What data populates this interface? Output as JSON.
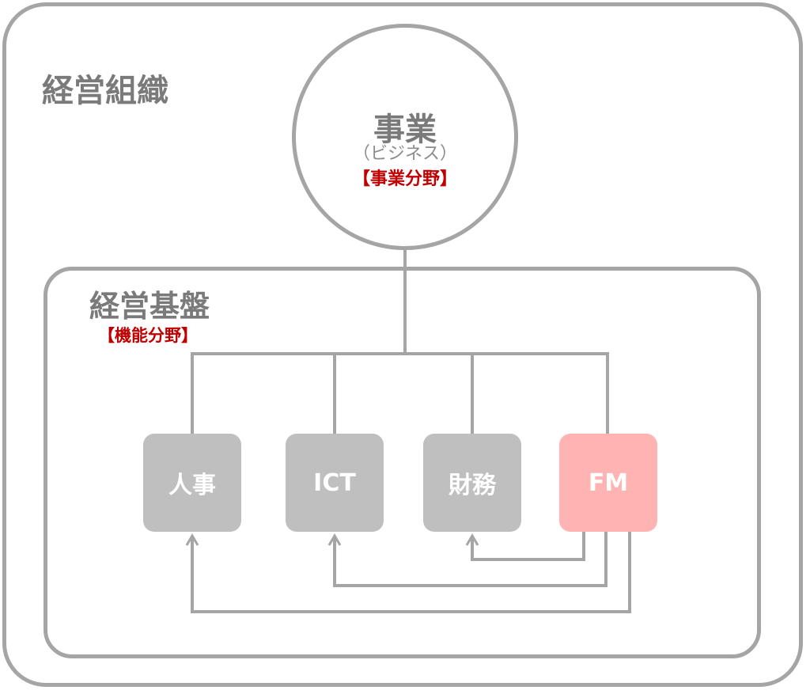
{
  "organization": {
    "title": "経営組織"
  },
  "business": {
    "title": "事業",
    "subtitle": "（ビジネス）",
    "category": "【事業分野】"
  },
  "foundation": {
    "title": "経営基盤",
    "category": "【機能分野】",
    "functions": [
      {
        "label": "人事"
      },
      {
        "label": "ICT"
      },
      {
        "label": "財務"
      },
      {
        "label": "FM"
      }
    ]
  },
  "colors": {
    "outline": "#a5a5a5",
    "box": "#bfbfbf",
    "highlight_box": "#ffb3b3",
    "accent_text": "#c00000",
    "title_text": "#7a7a7a"
  }
}
